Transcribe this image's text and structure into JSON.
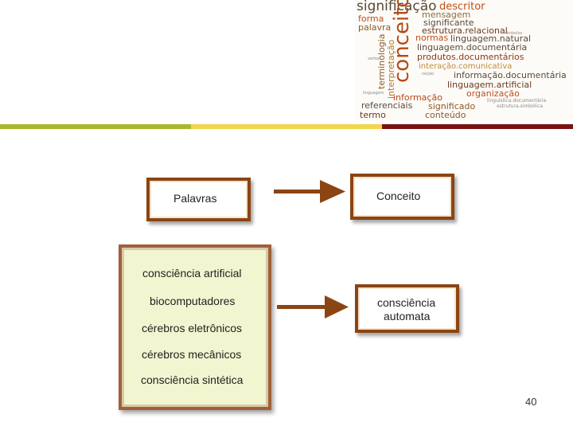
{
  "cloud": {
    "words": [
      {
        "t": "significação",
        "c": "#5a4a3a"
      },
      {
        "t": "descritor",
        "c": "#c0501a"
      },
      {
        "t": "mensagem",
        "c": "#8a6d3b"
      },
      {
        "t": "forma",
        "c": "#c0501a"
      },
      {
        "t": "significante",
        "c": "#5a4a3a"
      },
      {
        "t": "palavra",
        "c": "#8a5a2b"
      },
      {
        "t": "estrutura.relacional",
        "c": "#6b3a1b"
      },
      {
        "t": "conceito",
        "c": "#b34a1a"
      },
      {
        "t": "normas",
        "c": "#c0501a"
      },
      {
        "t": "linguagem.natural",
        "c": "#5a4a3a"
      },
      {
        "t": "terminologia",
        "c": "#8a5a2b"
      },
      {
        "t": "interpretação",
        "c": "#b07a2b"
      },
      {
        "t": "linguagem.documentária",
        "c": "#5a4a3a"
      },
      {
        "t": "produtos.documentários",
        "c": "#8a3a1a"
      },
      {
        "t": "interação.comunicativa",
        "c": "#c08a3a"
      },
      {
        "t": "informação.documentária",
        "c": "#5a4a3a"
      },
      {
        "t": "linguagem.artificial",
        "c": "#6b3a1b"
      },
      {
        "t": "informação",
        "c": "#b34a1a"
      },
      {
        "t": "organização",
        "c": "#c0501a"
      },
      {
        "t": "referenciais",
        "c": "#5a4a3a"
      },
      {
        "t": "significado",
        "c": "#8a5a2b"
      },
      {
        "t": "termo",
        "c": "#6b3a1b"
      },
      {
        "t": "conteúdo",
        "c": "#8a5a2b"
      },
      {
        "t": "linguística.documentária",
        "c": "#8a8a8a"
      },
      {
        "t": "estrutura.simbólica",
        "c": "#8a8a8a"
      },
      {
        "t": "símbolos",
        "c": "#8a8a8a"
      },
      {
        "t": "verbal",
        "c": "#8a8a8a"
      },
      {
        "t": "linguagem",
        "c": "#8a8a8a"
      },
      {
        "t": "noção",
        "c": "#8a8a8a"
      }
    ]
  },
  "stripe_colors": [
    "#a9b82a",
    "#f2d64c",
    "#7a1212"
  ],
  "diagram": {
    "top_left_label": "Palavras",
    "top_right_label": "Conceito",
    "list_items": [
      "consciência artificial",
      "biocomputadores",
      "cérebros eletrônicos",
      "cérebros mecânicos",
      "consciência sintética"
    ],
    "bottom_right_line1": "consciência",
    "bottom_right_line2": "automata"
  },
  "page_number": "40"
}
